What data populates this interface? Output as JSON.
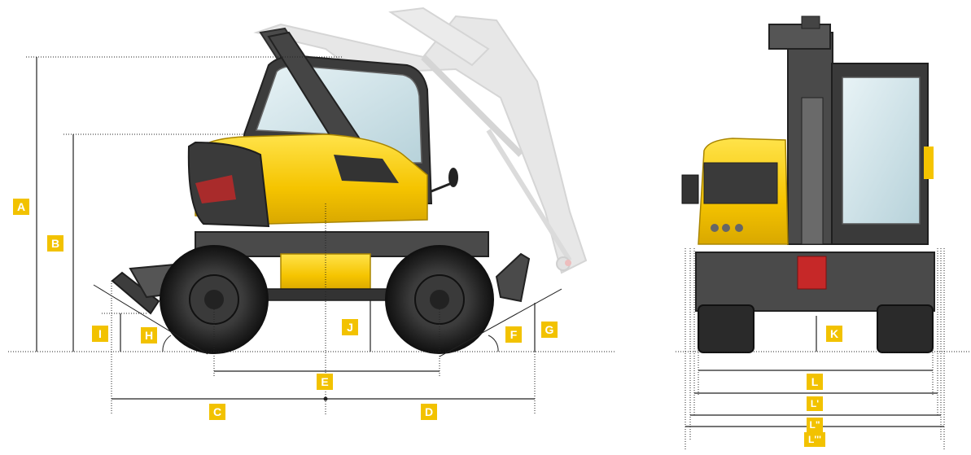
{
  "diagram": {
    "accent_color": "#f2c200",
    "labels": {
      "A": "A",
      "B": "B",
      "C": "C",
      "D": "D",
      "E": "E",
      "F": "F",
      "G": "G",
      "H": "H",
      "I": "I",
      "J": "J",
      "K": "K",
      "L": "L",
      "L1": "L'",
      "L2": "L\"",
      "L3": "L'''"
    }
  }
}
